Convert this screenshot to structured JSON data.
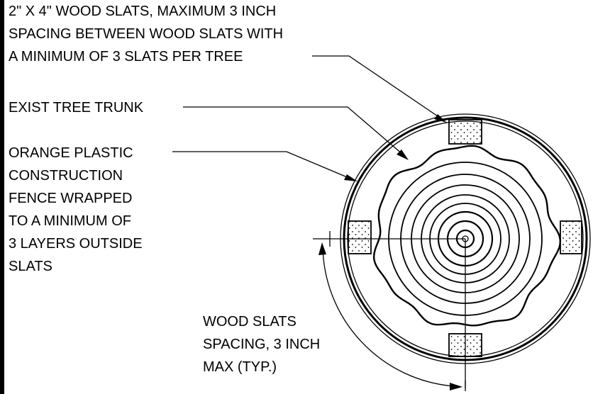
{
  "labels": {
    "slats": [
      "2\" X 4\" WOOD SLATS, MAXIMUM 3 INCH",
      "SPACING BETWEEN WOOD SLATS WITH",
      "A MINIMUM OF 3 SLATS PER TREE"
    ],
    "trunk": [
      "EXIST TREE TRUNK"
    ],
    "fence": [
      "ORANGE PLASTIC",
      "CONSTRUCTION",
      "FENCE WRAPPED",
      "TO A MINIMUM OF",
      "3 LAYERS OUTSIDE",
      "SLATS"
    ],
    "spacing": [
      "WOOD SLATS",
      "SPACING, 3 INCH",
      "MAX  (TYP.)"
    ]
  },
  "colors": {
    "ink": "#000000",
    "paper": "#ffffff"
  }
}
